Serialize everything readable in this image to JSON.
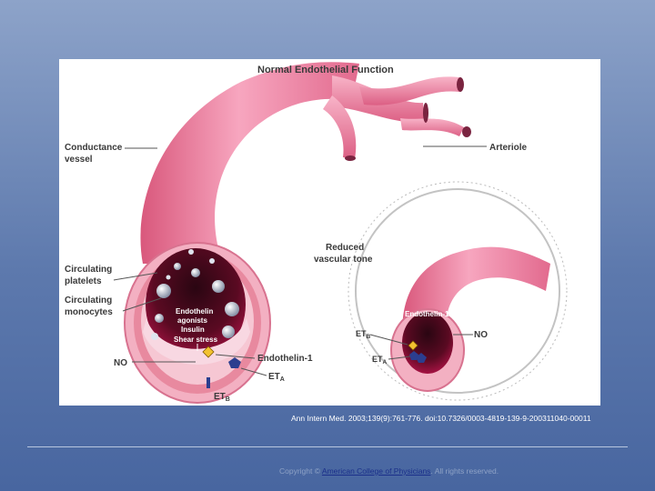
{
  "figure": {
    "title": "Normal Endothelial Function",
    "labels": {
      "conductance_vessel_1": "Conductance",
      "conductance_vessel_2": "vessel",
      "arteriole": "Arteriole",
      "reduced_tone_1": "Reduced",
      "reduced_tone_2": "vascular tone",
      "circ_platelets_1": "Circulating",
      "circ_platelets_2": "platelets",
      "circ_monocytes_1": "Circulating",
      "circ_monocytes_2": "monocytes",
      "agonists_1": "Endothelin",
      "agonists_2": "agonists",
      "agonists_3": "Insulin",
      "shear_stress": "Shear stress",
      "no_left": "NO",
      "endothelin1_left": "Endothelin-1",
      "eta_left": "ET",
      "eta_left_sub": "A",
      "etb_left": "ET",
      "etb_left_sub": "B",
      "endothelin1_right": "Endothelin-1",
      "etb_right": "ET",
      "etb_right_sub": "B",
      "eta_right": "ET",
      "eta_right_sub": "A",
      "no_right": "NO"
    }
  },
  "citation": "Ann Intern Med. 2003;139(9):761-776. doi:10.7326/0003-4819-139-9-200311040-00011",
  "copyright": {
    "prefix": "Copyright © ",
    "link": "American College of Physicians",
    "suffix": ". All rights reserved."
  }
}
